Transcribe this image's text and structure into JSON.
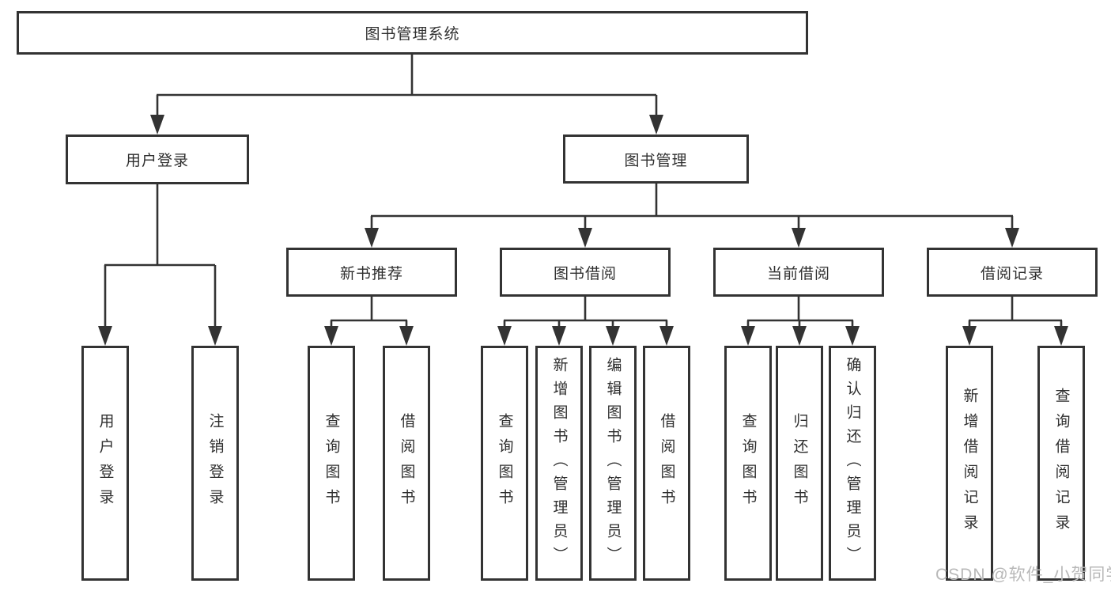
{
  "colors": {
    "line": "#333333",
    "border": "#333333",
    "text": "#2f2f2f",
    "watermark": "#b8b8b8",
    "bg": "#ffffff"
  },
  "nodes": {
    "root": {
      "label": "图书管理系统"
    },
    "user_login": {
      "label": "用户登录"
    },
    "book_mgmt": {
      "label": "图书管理"
    },
    "new_book_rec": {
      "label": "新书推荐"
    },
    "book_borrow": {
      "label": "图书借阅"
    },
    "current_borrow": {
      "label": "当前借阅"
    },
    "borrow_records": {
      "label": "借阅记录"
    },
    "ul_login": {
      "label": "用户登录"
    },
    "ul_logout": {
      "label": "注销登录"
    },
    "nb_query": {
      "label": "查询图书"
    },
    "nb_borrow": {
      "label": "借阅图书"
    },
    "bb_query": {
      "label": "查询图书"
    },
    "bb_add": {
      "label": "新增图书（管理员）"
    },
    "bb_edit": {
      "label": "编辑图书（管理员）"
    },
    "bb_borrow": {
      "label": "借阅图书"
    },
    "cb_query": {
      "label": "查询图书"
    },
    "cb_return": {
      "label": "归还图书"
    },
    "cb_confirm": {
      "label": "确认归还（管理员）"
    },
    "br_add": {
      "label": "新增借阅记录"
    },
    "br_query": {
      "label": "查询借阅记录"
    }
  },
  "watermark": {
    "text": "CSDN @软件_小贺同学"
  }
}
